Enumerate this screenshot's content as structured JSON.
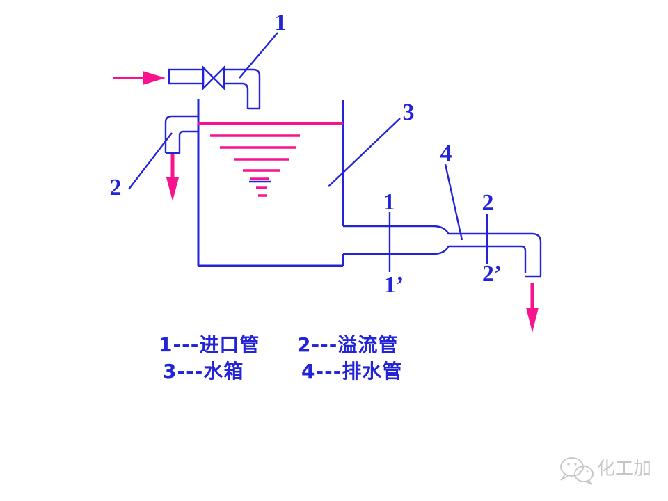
{
  "colors": {
    "line": "#2323d8",
    "flow": "#f8128e",
    "wmk": "#c6c6c6"
  },
  "callouts": {
    "inlet": "1",
    "overflow": "2",
    "tank": "3",
    "drain": "4"
  },
  "sections": {
    "s1_top": "1",
    "s1_bottom": "1’",
    "s2_top": "2",
    "s2_bottom": "2’"
  },
  "legend": {
    "inlet": "1---进口管",
    "overflow": "2---溢流管",
    "tank": "3---水箱",
    "drain": "4---排水管"
  },
  "icons": {
    "watermark_logo": "wechat-icon"
  },
  "watermark": {
    "label": "化工加"
  }
}
